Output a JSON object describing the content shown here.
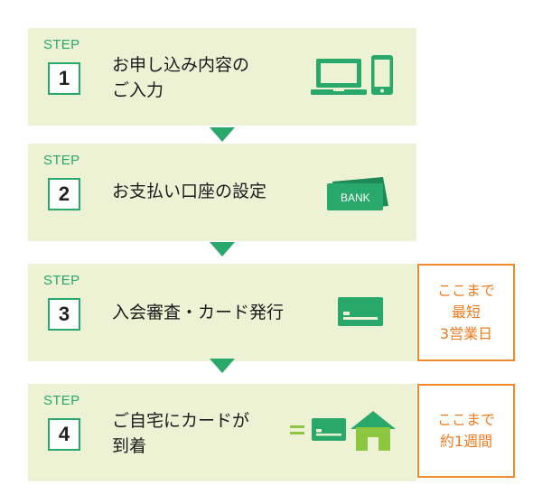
{
  "colors": {
    "accent_green": "#29a86b",
    "panel_bg": "#eef2d5",
    "note_orange": "#ef7a1e"
  },
  "steps": [
    {
      "label": "STEP",
      "number": "1",
      "title_lines": [
        "お申し込み内容の",
        "ご入力"
      ],
      "icons": [
        "laptop-icon",
        "smartphone-icon"
      ]
    },
    {
      "label": "STEP",
      "number": "2",
      "title_lines": [
        "お支払い口座の設定"
      ],
      "icons": [
        "bank-card-icon"
      ],
      "icon_text": "BANK"
    },
    {
      "label": "STEP",
      "number": "3",
      "title_lines": [
        "入会審査・カード発行"
      ],
      "icons": [
        "credit-card-icon"
      ]
    },
    {
      "label": "STEP",
      "number": "4",
      "title_lines": [
        "ご自宅にカードが",
        "到着"
      ],
      "icons": [
        "equals-icon",
        "credit-card-icon",
        "house-icon"
      ]
    }
  ],
  "notes": [
    {
      "step": "3",
      "lines": [
        "ここまで",
        "最短",
        "3営業日"
      ]
    },
    {
      "step": "4",
      "lines": [
        "ここまで",
        "約1週間"
      ]
    }
  ]
}
